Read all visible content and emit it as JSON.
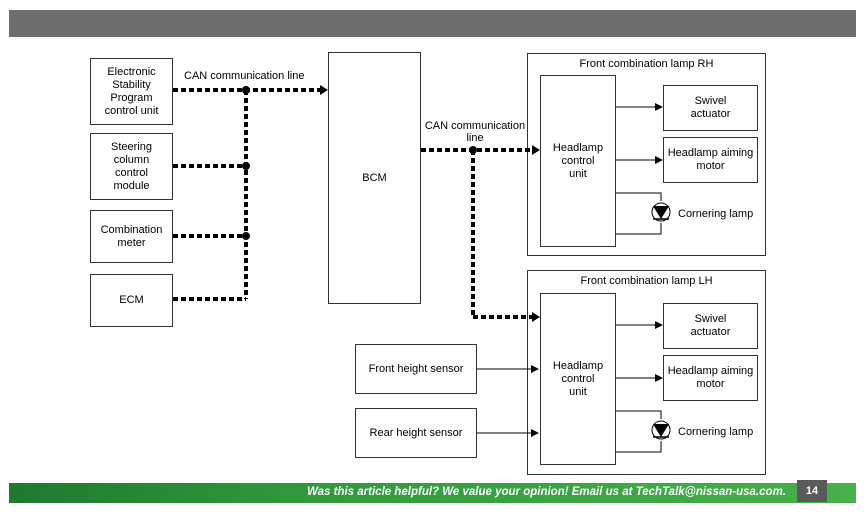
{
  "footer": {
    "text": "Was this article helpful?  We value your opinion!  Email us at TechTalk@nissan-usa.com.",
    "page_number": "14"
  },
  "diagram": {
    "can_line_left_label": "CAN communication line",
    "can_line_mid_label": "CAN communication\nline",
    "modules": {
      "esp": "Electronic\nStability\nProgram\ncontrol unit",
      "steering": "Steering\ncolumn\ncontrol\nmodule",
      "combination_meter": "Combination\nmeter",
      "ecm": "ECM",
      "bcm": "BCM",
      "front_height_sensor": "Front height sensor",
      "rear_height_sensor": "Rear height sensor"
    },
    "rh_group": {
      "title": "Front combination lamp RH",
      "headlamp_control": "Headlamp\ncontrol\nunit",
      "swivel": "Swivel\nactuator",
      "aiming": "Headlamp aiming\nmotor",
      "cornering": "Cornering lamp"
    },
    "lh_group": {
      "title": "Front combination lamp LH",
      "headlamp_control": "Headlamp\ncontrol\nunit",
      "swivel": "Swivel\nactuator",
      "aiming": "Headlamp aiming\nmotor",
      "cornering": "Cornering lamp"
    }
  }
}
